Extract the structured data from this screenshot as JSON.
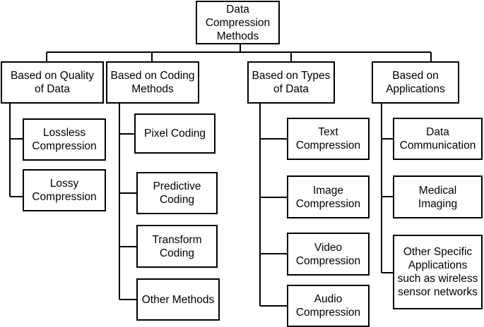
{
  "diagram": {
    "type": "tree",
    "line_color": "#000000",
    "root": "Data\nCompression\nMethods",
    "categories": [
      {
        "label": "Based on Quality\nof Data",
        "children": [
          "Lossless\nCompression",
          "Lossy\nCompression"
        ]
      },
      {
        "label": "Based on Coding\nMethods",
        "children": [
          "Pixel Coding",
          "Predictive\nCoding",
          "Transform\nCoding",
          "Other Methods"
        ]
      },
      {
        "label": "Based on Types\nof Data",
        "children": [
          "Text\nCompression",
          "Image\nCompression",
          "Video\nCompression",
          "Audio\nCompression"
        ]
      },
      {
        "label": "Based on\nApplications",
        "children": [
          "Data\nCommunication",
          "Medical\nImaging",
          "Other Specific\nApplications\nsuch as wireless\nsensor networks"
        ]
      }
    ]
  }
}
